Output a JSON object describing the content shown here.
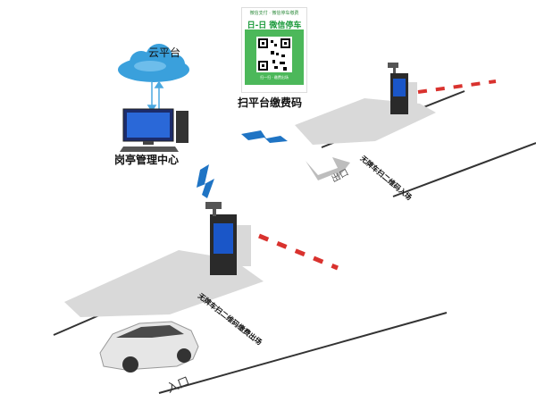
{
  "labels": {
    "cloud": "云平台",
    "center": "岗亭管理中心",
    "qr_caption": "扫平台缴费码",
    "exit": "出口",
    "entry": "入口",
    "road_entry": "无牌车扫二维码入场",
    "road_exit": "无牌车扫二维码缴费出场"
  },
  "qr_card": {
    "brand": "微信支付 · 微信停车缴费",
    "title": "日-日 微信停车",
    "foot": "扫一扫 · 缴费出场"
  },
  "colors": {
    "cloud": "#3aa0dc",
    "arrow_blue": "#1f74c4",
    "road_pad": "#d9d9d9",
    "road_line": "#333333",
    "gate_body": "#2a2a2a",
    "gate_screen": "#1a56c8",
    "barrier_red": "#d9322e",
    "wechat_green": "#4cb85a"
  },
  "icons": {
    "cloud": "cloud-icon",
    "computer": "computer-icon",
    "gate": "gate-terminal-icon",
    "car": "suv-car-icon",
    "qr": "qr-code-icon"
  }
}
